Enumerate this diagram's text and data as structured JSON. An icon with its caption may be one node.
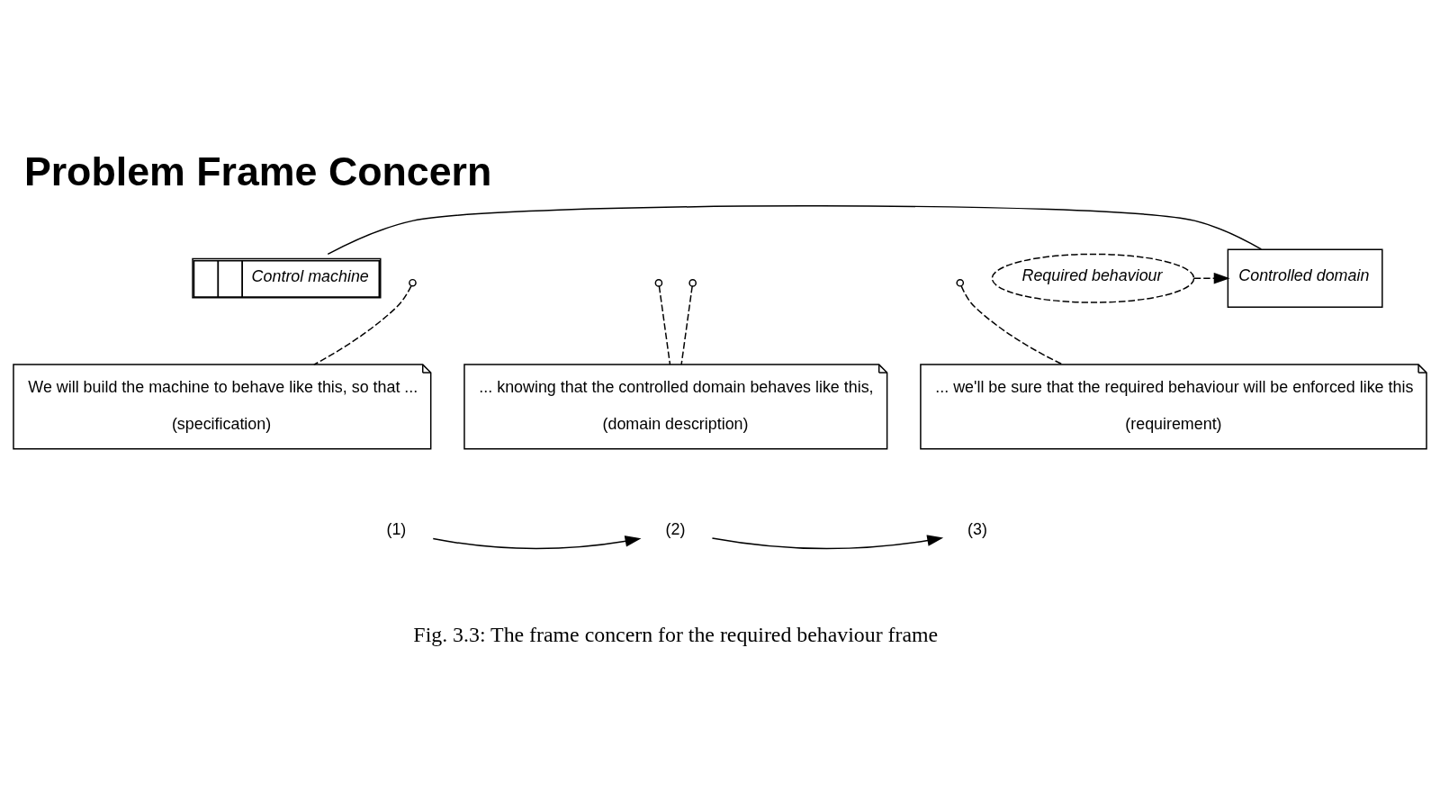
{
  "diagram": {
    "title": "Problem Frame Concern",
    "caption": "Fig. 3.3: The frame concern for the required behaviour frame",
    "nodes": [
      {
        "text": [
          "Control machine"
        ]
      },
      {
        "text": [
          "Controlled domain"
        ]
      },
      {
        "text": [
          "Required behaviour"
        ]
      },
      {
        "text": [
          "We will build the machine to behave like this, so that ...",
          "(specification)"
        ]
      },
      {
        "text": [
          "... knowing that the controlled domain behaves like this,",
          "(domain description)"
        ]
      },
      {
        "text": [
          "... we'll be sure that the required behaviour will be enforced like this",
          "(requirement)"
        ]
      },
      {
        "text": [
          "(1)"
        ]
      },
      {
        "text": [
          "(2)"
        ]
      },
      {
        "text": [
          "(3)"
        ]
      }
    ],
    "edges": [
      {
        "from": 0,
        "to": 1,
        "arrow": "none"
      },
      {
        "from": 2,
        "to": 1,
        "arrow": "to",
        "style": "dashed"
      },
      {
        "from": 3,
        "to": null,
        "arrow": "other",
        "style": "dashed"
      },
      {
        "from": 4,
        "to": null,
        "arrow": "other",
        "style": "dashed"
      },
      {
        "from": 4,
        "to": null,
        "arrow": "other",
        "style": "dashed"
      },
      {
        "from": 5,
        "to": null,
        "arrow": "other",
        "style": "dashed"
      },
      {
        "from": 6,
        "to": 7,
        "arrow": "to"
      },
      {
        "from": 7,
        "to": 8,
        "arrow": "to"
      }
    ]
  }
}
